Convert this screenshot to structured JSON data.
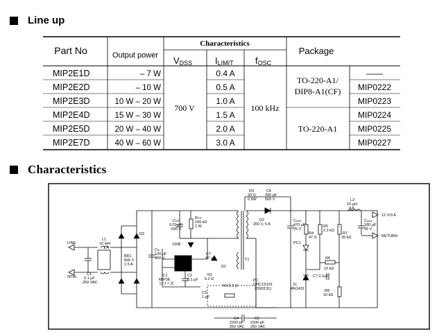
{
  "sections": {
    "lineup_title": "Line up",
    "characteristics_title": "Characteristics"
  },
  "table": {
    "headers": {
      "part_no": "Part No",
      "output_power": "Output power",
      "characteristics": "Characteristics",
      "vdss_main": "V",
      "vdss_sub": "DSS",
      "ilimit_main": "I",
      "ilimit_sub": "LIMIT",
      "fosc_main": "f",
      "fosc_sub": "OSC",
      "package": "Package"
    },
    "rows": [
      {
        "part": "MIP2E1D",
        "power": "– 7 W",
        "ilimit": "0.4 A",
        "alt": "——"
      },
      {
        "part": "MIP2E2D",
        "power": "– 10 W",
        "ilimit": "0.5 A",
        "alt": "MIP0222"
      },
      {
        "part": "MIP2E3D",
        "power": "10 W – 20 W",
        "ilimit": "1.0 A",
        "alt": "MIP0223"
      },
      {
        "part": "MIP2E4D",
        "power": "15 W – 30 W",
        "ilimit": "1.5 A",
        "alt": "MIP0224"
      },
      {
        "part": "MIP2E5D",
        "power": "20 W – 40 W",
        "ilimit": "2.0 A",
        "alt": "MIP0225"
      },
      {
        "part": "MIP2E7D",
        "power": "40 W – 60 W",
        "ilimit": "3.0 A",
        "alt": "MIP0227"
      }
    ],
    "vdss_value": "700 V",
    "fosc_value": "100 kHz",
    "package_group1_line1": "TO-220-A1/",
    "package_group1_line2": "DIP8-A1(CF)",
    "package_group2": "TO-220-A1"
  },
  "schematic": {
    "labels": {
      "line": "LINE",
      "ntrl": "NTRL",
      "l1": "L1",
      "l1_val1": "10 mH",
      "l1_val2": "1 A",
      "c1": "C1",
      "c1_val1": "0.1 µF",
      "c1_val2": "250 VAC",
      "br1": "BR1",
      "br1_val1": "600 V",
      "br1_val2": "1.5 A",
      "d2": "D2",
      "cin": "C",
      "cin_sub": "in",
      "cin_val1": "120 µF",
      "cin_val2": "400 V",
      "css": "C",
      "css_sub": "SS",
      "css_val1": "0.01 µF",
      "css_val2": "630 V",
      "rss": "R",
      "rss_sub": "SS",
      "rss_val1": "100 kΩ",
      "rss_val2": "2 W",
      "dsb": "DSB",
      "ic1": "IC1",
      "ic1_val1": "MIP2E",
      "ic1_val2": "シリーズ",
      "c2": "C2",
      "c2_val": "0.1 µF",
      "ct": "CT",
      "ct_val": "47 µF",
      "r1": "R1",
      "r1_val": "6.2 Ω",
      "d1": "D1",
      "c3": "C3",
      "c3_val": "1 µF",
      "r2": "R2 6.2 Ω",
      "t1": "T1",
      "r3": "R3",
      "r3_val1": "33 Ω",
      "r3_val2": "0.5W",
      "c6": "C6",
      "c6_val1": "390 pF",
      "c6_val2": "500 V",
      "d2b": "D2",
      "d2b_val": "200 V, 5 A",
      "pc": "PC",
      "pc_val1": "CNC1S101",
      "pc_val2": "(ON3131)",
      "c4": "C4",
      "c4_val1": "2200 pF",
      "c4_val2": "250 VAC",
      "c5": "C5",
      "c5_val1": "2200 pF",
      "c5_val2": "250 VAC",
      "cout1": "C",
      "cout1_sub": "out1",
      "cout1_val1": "470 µF",
      "cout1_val2": "25 V",
      "r4": "R4",
      "r4_val": "47 Ω",
      "r5": "R5",
      "r5_val": "2.2 kΩ",
      "pc1": "PC1",
      "l2": "L2",
      "l2_val1": "10 µH",
      "l2_val2": "4 A",
      "cout2": "C",
      "cout2_sub": "out2",
      "cout2_val1": "180 µF",
      "cout2_val2": "25 V",
      "r7": "R7",
      "r7_val": "39 kΩ",
      "r6": "R6",
      "r6_val": "10 kΩ",
      "c7": "C7 0.1µF",
      "ic": "IC",
      "ic_val": "AN1431",
      "r8": "R8",
      "r8_val": "10 kΩ",
      "out_12v": "12 V/3 A",
      "out_return": "RETURN"
    }
  }
}
